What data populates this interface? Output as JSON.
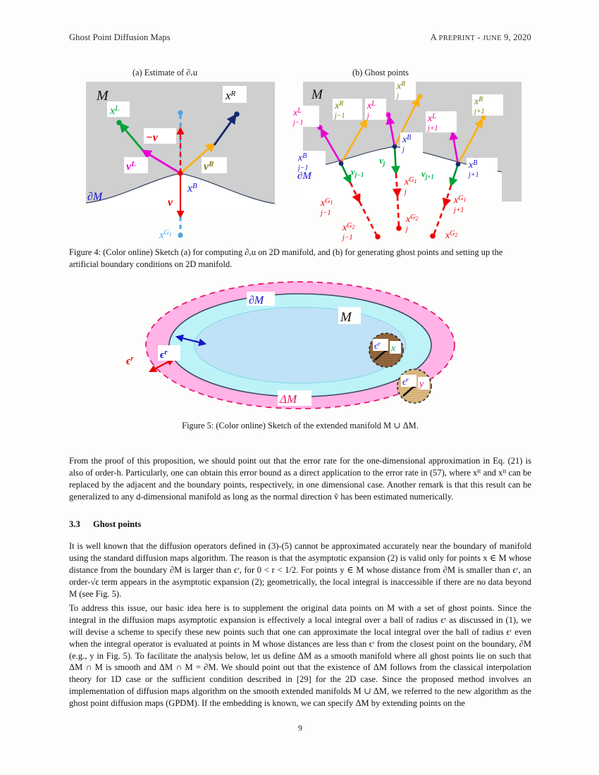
{
  "header": {
    "left_title": "Ghost Point Diffusion Maps",
    "right_prefix": "A",
    "right_smallcaps_1": "PREPRINT",
    "right_dash": "-",
    "right_smallcaps_2": "JUNE",
    "right_rest": "9, 2020"
  },
  "figure4": {
    "panel_a_title": "(a) Estimate of ∂ᵥu",
    "panel_b_title": "(b) Ghost points",
    "caption": "Figure 4: (Color online) Sketch (a) for computing ∂ᵥu on 2D manifold, and (b) for generating ghost points and setting up the artificial boundary conditions on 2D manifold.",
    "panel_a_labels": {
      "manifold": "M",
      "boundary": "∂M",
      "x_left": "x",
      "x_left_sup": "L",
      "x_right": "x",
      "x_right_sup": "R",
      "x_boundary": "x",
      "x_boundary_sup": "B",
      "x_ghost": "x",
      "x_ghost_sup": "G₁",
      "nu": "ν",
      "nu_neg": "−ν",
      "nu_left": "ν",
      "nu_left_sup": "L",
      "nu_right": "ν",
      "nu_right_sup": "R"
    },
    "panel_b_labels": {
      "manifold": "M",
      "boundary": "∂M",
      "groups": [
        {
          "sub": "j−1",
          "xL": "x",
          "xL_sup": "L",
          "xR": "x",
          "xR_sup": "R",
          "xB": "x",
          "xB_sup": "B",
          "nu": "ν",
          "xG1": "x",
          "xG1_sup": "G₁",
          "xG2": "x",
          "xG2_sup": "G₂"
        },
        {
          "sub": "j",
          "xL": "x",
          "xL_sup": "L",
          "xR": "x",
          "xR_sup": "R",
          "xB": "x",
          "xB_sup": "B",
          "nu": "ν",
          "xG1": "x",
          "xG1_sup": "G₁",
          "xG2": "x",
          "xG2_sup": "G₂"
        },
        {
          "sub": "j+1",
          "xL": "x",
          "xL_sup": "L",
          "xR": "x",
          "xR_sup": "R",
          "xB": "x",
          "xB_sup": "B",
          "nu": "ν",
          "xG1": "x",
          "xG1_sup": "G₁",
          "xG2": "x",
          "xG2_sup": "G₂"
        }
      ]
    },
    "colors": {
      "manifold_fill": "#cfcfcf",
      "boundary_curve": "#3b4a63",
      "green": "#00a13a",
      "magenta": "#e800d4",
      "orange": "#fbb016",
      "navy": "#17296e",
      "red": "#ee0000",
      "skyblue": "#4da6e8",
      "olive": "#7f7a11",
      "blue_label": "#1414c8"
    }
  },
  "figure5": {
    "caption": "Figure 5: (Color online) Sketch of the extended manifold M ∪ ΔM.",
    "labels": {
      "boundary": "∂M",
      "manifold": "M",
      "delta_manifold": "ΔM",
      "eps_outer": "ϵ",
      "eps_outer_sup": "r",
      "eps_inner": "ϵ",
      "eps_inner_sup": "r",
      "ball_x_eps": "ϵ",
      "ball_x_eps_sup": "r",
      "point_x": "x",
      "ball_y_eps": "ϵ",
      "ball_y_eps_sup": "r",
      "point_y": "y"
    },
    "colors": {
      "outer_band": "#ffb3e6",
      "middle_band": "#bdf3f7",
      "inner_disk": "#bfe2f7",
      "dashed_outline": "#e8196e",
      "solid_outline": "#3b4a63",
      "red_arrow": "#e60000",
      "blue_arrow": "#1414c8",
      "ball_x_fill": "#9c6b3f",
      "ball_y_fill": "#e0bf8a",
      "x_color": "#00b050",
      "y_color": "#e8196e"
    }
  },
  "body": {
    "paragraph_1": "From the proof of this proposition, we should point out that the error rate for the one-dimensional approximation in Eq. (21) is also of order-h. Particularly, one can obtain this error bound as a direct application to the error rate in (57), where xᴿ and xᴮ can be replaced by the adjacent and the boundary points, respectively, in one dimensional case. Another remark is that this result can be generalized to any d-dimensional manifold as long as the normal direction ṽ has been estimated numerically.",
    "section_number": "3.3",
    "section_title": "Ghost points",
    "paragraph_2": "It is well known that the diffusion operators defined in (3)-(5) cannot be approximated accurately near the boundary of manifold using the standard diffusion maps algorithm. The reason is that the asymptotic expansion (2) is valid only for points x ∈ M whose distance from the boundary ∂M is larger than ϵʳ, for 0 < r < 1/2. For points y ∈ M whose distance from ∂M is smaller than ϵʳ, an order-√ϵ term appears in the asymptotic expansion (2); geometrically, the local integral is inaccessible if there are no data beyond M (see Fig. 5).",
    "paragraph_3": "To address this issue, our basic idea here is to supplement the original data points on M with a set of ghost points. Since the integral in the diffusion maps asymptotic expansion is effectively a local integral over a ball of radius ϵʳ as discussed in (1), we will devise a scheme to specify these new points such that one can approximate the local integral over the ball of radius ϵʳ even when the integral operator is evaluated at points in M whose distances are less than ϵʳ from the closest point on the boundary, ∂M (e.g., y in Fig. 5). To facilitate the analysis below, let us define ΔM as a smooth manifold where all ghost points lie on such that ΔM ∩ M is smooth and ΔM ∩ M = ∂M. We should point out that the existence of ΔM follows from the classical interpolation theory for 1D case or the sufficient condition described in [29] for the 2D case. Since the proposed method involves an implementation of diffusion maps algorithm on the smooth extended manifolds M ∪ ΔM, we referred to the new algorithm as the ghost point diffusion maps (GPDM). If the embedding is known, we can specify ΔM by extending points on the"
  },
  "footer": {
    "page_number": "9"
  }
}
